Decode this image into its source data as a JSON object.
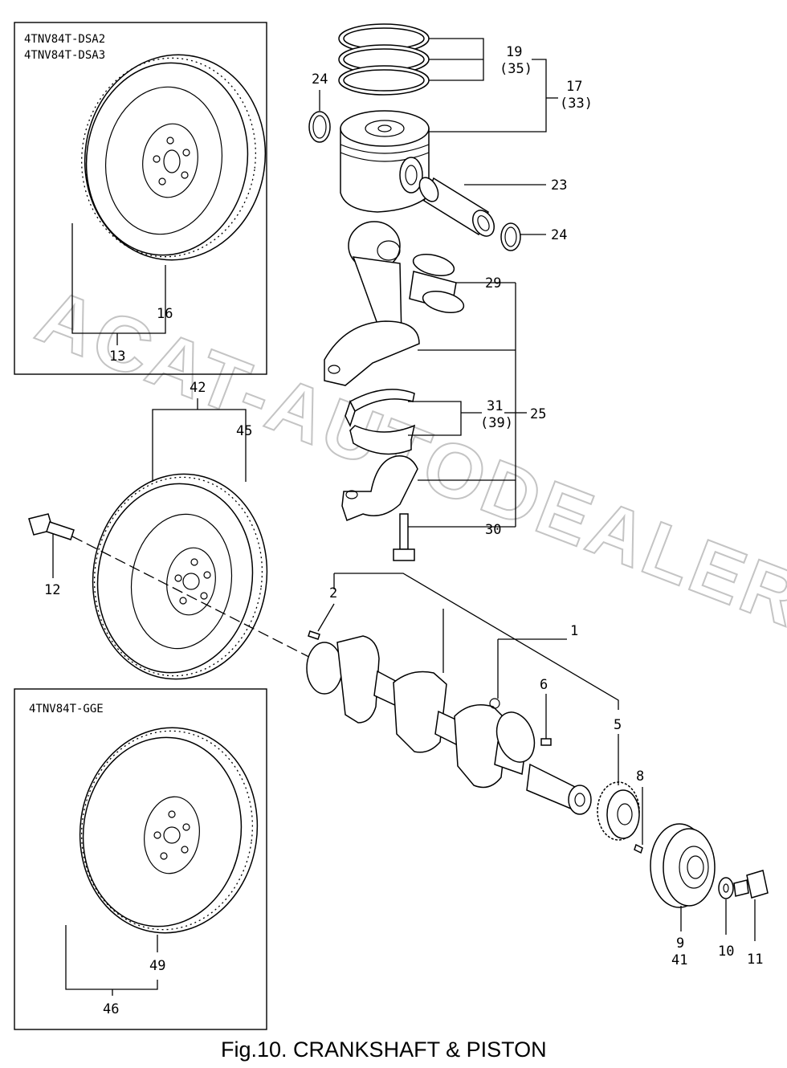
{
  "watermark": "ACAT-AUTODEALER.RU",
  "caption": "Fig.10.  CRANKSHAFT & PISTON",
  "variant_boxes": [
    {
      "line1": "4TNV84T-DSA2",
      "line2": "4TNV84T-DSA3"
    },
    {
      "line1": "4TNV84T-GGE",
      "line2": ""
    }
  ],
  "labels": [
    {
      "id": "19",
      "text": "19"
    },
    {
      "id": "35",
      "text": "(35)"
    },
    {
      "id": "17",
      "text": "17"
    },
    {
      "id": "33",
      "text": "(33)"
    },
    {
      "id": "24a",
      "text": "24"
    },
    {
      "id": "24b",
      "text": "24"
    },
    {
      "id": "23",
      "text": "23"
    },
    {
      "id": "29",
      "text": "29"
    },
    {
      "id": "31",
      "text": "31"
    },
    {
      "id": "39",
      "text": "(39)"
    },
    {
      "id": "25",
      "text": "25"
    },
    {
      "id": "30",
      "text": "30"
    },
    {
      "id": "16",
      "text": "16"
    },
    {
      "id": "13",
      "text": "13"
    },
    {
      "id": "42",
      "text": "42"
    },
    {
      "id": "45",
      "text": "45"
    },
    {
      "id": "12",
      "text": "12"
    },
    {
      "id": "2",
      "text": "2"
    },
    {
      "id": "1",
      "text": "1"
    },
    {
      "id": "6",
      "text": "6"
    },
    {
      "id": "5",
      "text": "5"
    },
    {
      "id": "8",
      "text": "8"
    },
    {
      "id": "9",
      "text": "9"
    },
    {
      "id": "41",
      "text": "41"
    },
    {
      "id": "10",
      "text": "10"
    },
    {
      "id": "11",
      "text": "11"
    },
    {
      "id": "49",
      "text": "49"
    },
    {
      "id": "46",
      "text": "46"
    }
  ]
}
